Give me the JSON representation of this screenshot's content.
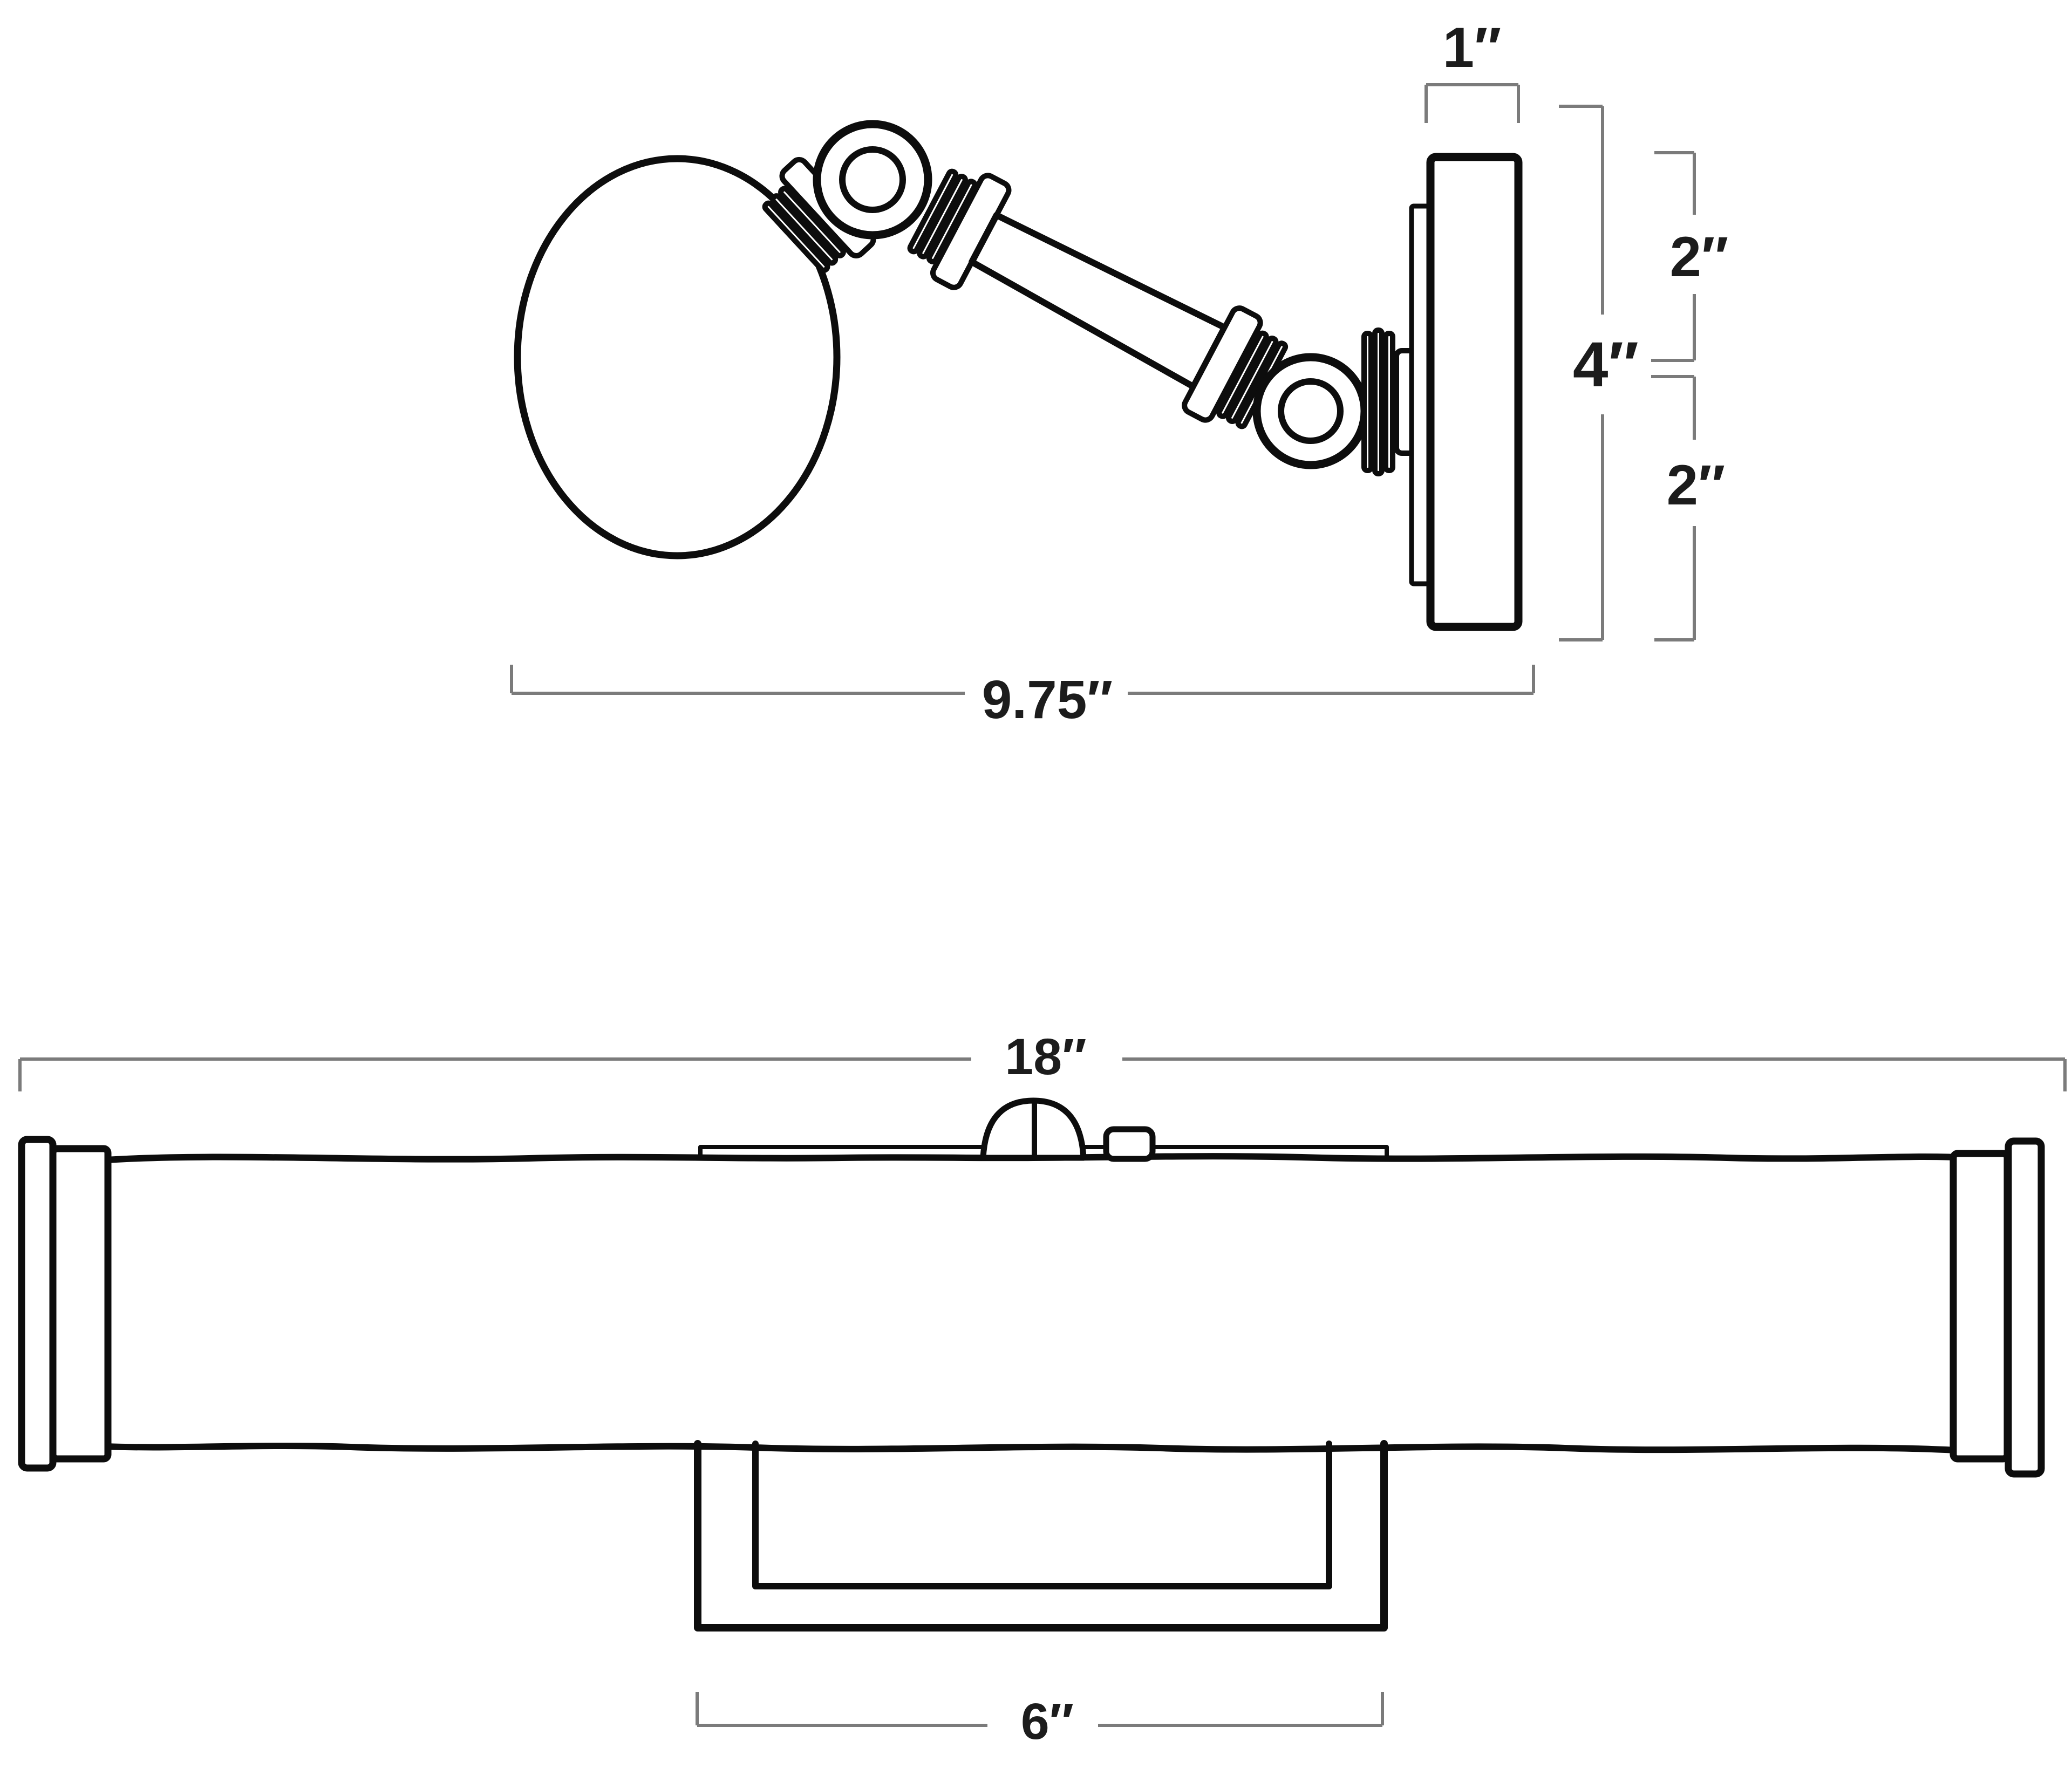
{
  "colors": {
    "ink": "#0d0d0d",
    "dimension_line": "#7b7b7b",
    "label_text": "#1c1c1c",
    "background": "#ffffff"
  },
  "side_view": {
    "dim_backplate_depth": "1″",
    "dim_backplate_upper_half": "2″",
    "dim_backplate_height": "4″",
    "dim_backplate_lower_half": "2″",
    "dim_overall_projection": "9.75″"
  },
  "front_view": {
    "dim_overall_width": "18″",
    "dim_backplate_width": "6″"
  }
}
